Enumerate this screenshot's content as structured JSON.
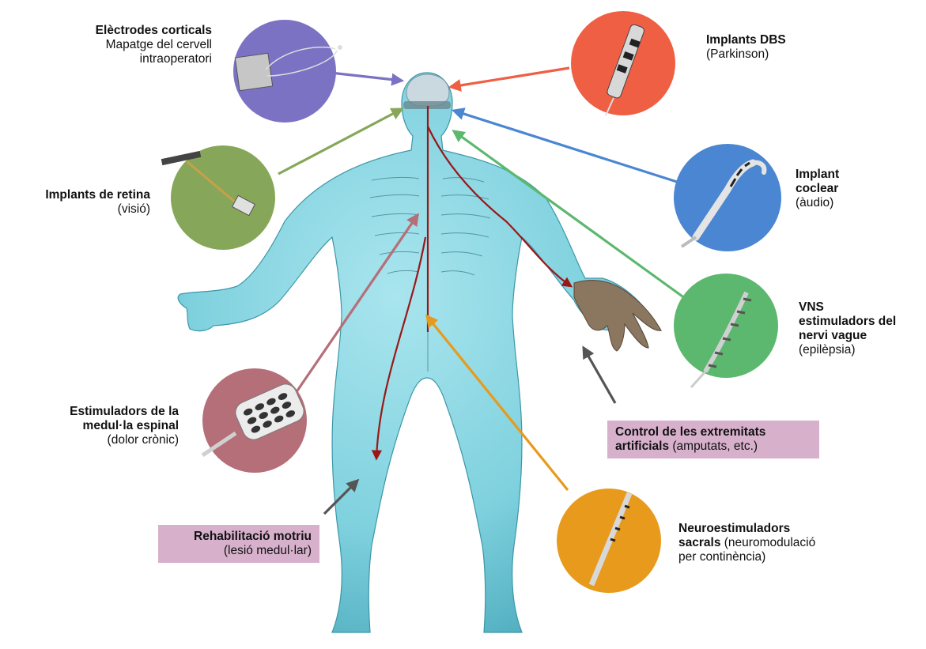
{
  "labels": {
    "cortical": {
      "title": "Elèctrodes corticals",
      "line2": "Mapatge del cervell",
      "line3": "intraoperatori"
    },
    "dbs": {
      "title": "Implants DBS",
      "sub": "(Parkinson)"
    },
    "retina": {
      "title": "Implants de retina",
      "sub": "(visió)"
    },
    "cochlear": {
      "title1": "Implant",
      "title2": "coclear",
      "sub": "(àudio)"
    },
    "vns": {
      "title1": "VNS",
      "title2": "estimuladors del",
      "title3": "nervi vague",
      "sub": "(epilèpsia)"
    },
    "spinal": {
      "title1": "Estimuladors de la",
      "title2": "medul·la espinal",
      "sub": "(dolor crònic)"
    },
    "prosthetic": {
      "title1": "Control de les extremitats",
      "title2": "artificials",
      "sub": " (amputats, etc.)"
    },
    "rehab": {
      "title": "Rehabilitació motriu",
      "sub": "(lesió medul·lar)"
    },
    "sacral": {
      "title1": "Neuroestimuladors",
      "title2": "sacrals",
      "sub1": " (neuromodulació",
      "sub2": "per continència)"
    }
  },
  "colors": {
    "cortical": "#7b72c4",
    "dbs": "#ef5f43",
    "retina": "#86a75a",
    "cochlear": "#4a86d2",
    "vns": "#5cb86e",
    "spinal": "#b56f78",
    "sacral": "#e79a1c",
    "label_box": "#d7b1cc",
    "body": "#7fd1de",
    "nerve": "#9b1717",
    "gray_arrow": "#555555"
  },
  "icons": [
    "electrode-grid-icon",
    "dbs-lead-icon",
    "retina-implant-icon",
    "cochlear-implant-icon",
    "vns-coil-icon",
    "spinal-paddle-icon",
    "sacral-lead-icon"
  ]
}
